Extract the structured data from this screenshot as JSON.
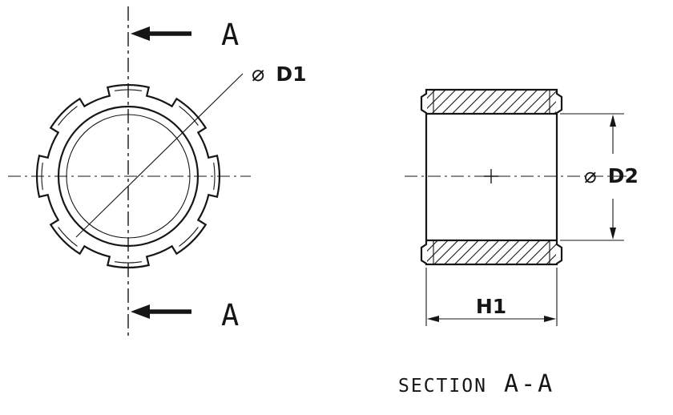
{
  "labels": {
    "section_arrow_top": "A",
    "section_arrow_bottom": "A",
    "d1_symbol": "⌀",
    "d1_name": "D1",
    "d2_symbol": "⌀",
    "d2_name": "D2",
    "h1_name": "H1",
    "caption_word": "SECTION",
    "caption_ref": "A-A"
  },
  "colors": {
    "line": "#161616",
    "background": "#ffffff"
  }
}
